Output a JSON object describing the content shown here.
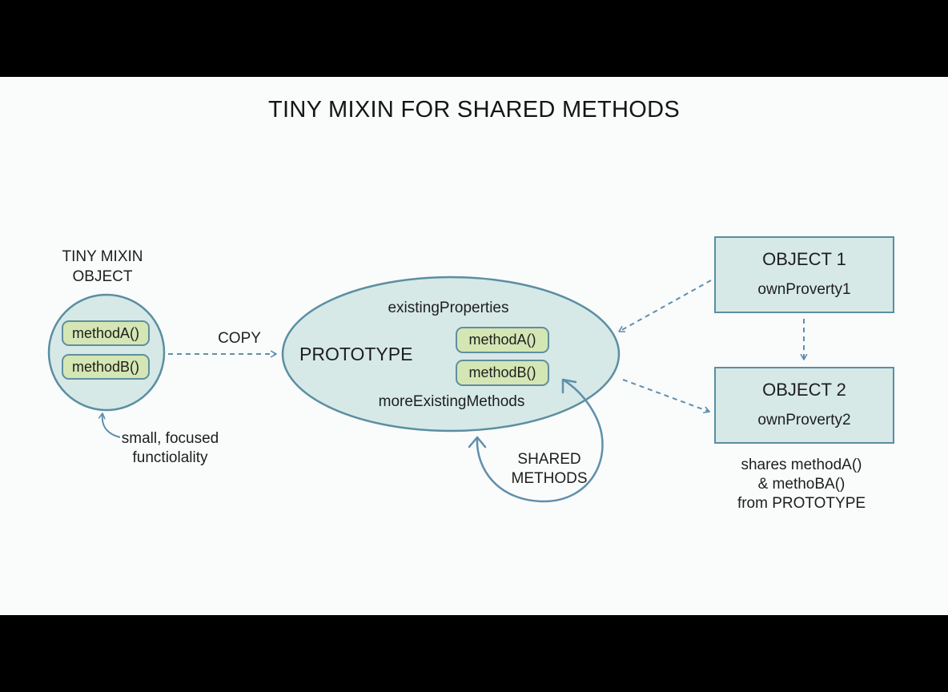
{
  "title": "TINY MIXIN FOR SHARED METHODS",
  "mixin": {
    "label_line1": "TINY MIXIN",
    "label_line2": "OBJECT",
    "methods": [
      "methodA()",
      "methodB()"
    ],
    "note_line1": "small, focused",
    "note_line2": "functiolality"
  },
  "copy_label": "COPY",
  "prototype": {
    "label": "PROTOTYPE",
    "existing_properties": "existingProperties",
    "more_existing_methods": "moreExistingMethods",
    "methods": [
      "methodA()",
      "methodB()"
    ]
  },
  "shared_label_line1": "SHARED",
  "shared_label_line2": "METHODS",
  "object1": {
    "title": "OBJECT 1",
    "property": "ownProverty1"
  },
  "object2": {
    "title": "OBJECT 2",
    "property": "ownProverty2"
  },
  "shares_note": {
    "line1": "shares methodA()",
    "line2": "& methoBA()",
    "line3": "from PROTOTYPE"
  },
  "colors": {
    "fill": "#d6e9e7",
    "stroke": "#5b8ea2",
    "method_fill": "#d4e6b4",
    "arrow": "#5f8fac"
  }
}
